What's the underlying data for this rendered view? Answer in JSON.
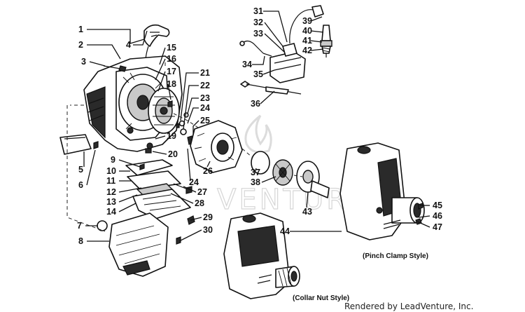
{
  "callouts": [
    "1",
    "2",
    "3",
    "4",
    "5",
    "6",
    "7",
    "8",
    "9",
    "10",
    "11",
    "12",
    "13",
    "14",
    "15",
    "16",
    "17",
    "18",
    "19",
    "20",
    "21",
    "22",
    "23",
    "24",
    "25",
    "26",
    "24",
    "27",
    "28",
    "29",
    "30",
    "31",
    "32",
    "33",
    "34",
    "35",
    "36",
    "37",
    "38",
    "39",
    "40",
    "41",
    "42",
    "43",
    "44",
    "45",
    "46",
    "47"
  ],
  "captions": {
    "pinch_clamp": "(Pinch Clamp Style)",
    "collar_nut": "(Collar Nut Style)"
  },
  "credit": "Rendered by LeadVenture, Inc.",
  "watermark": {
    "text": "VENTURE"
  },
  "colors": {
    "ink": "#111111",
    "paper": "#ffffff",
    "watermark": "#d6d6d6"
  }
}
